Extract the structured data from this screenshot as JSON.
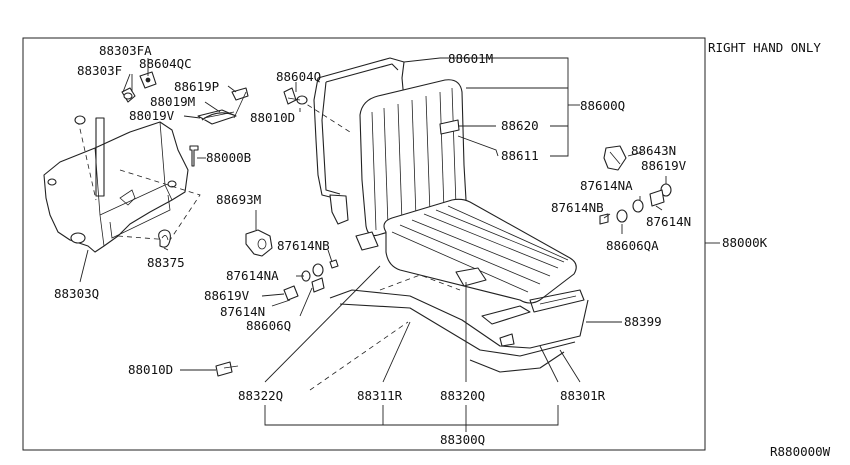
{
  "diagram": {
    "note": "RIGHT HAND ONLY",
    "code": "R880000W",
    "labels": {
      "p88303FA": "88303FA",
      "p88303F": "88303F",
      "p88604QC": "88604QC",
      "p88619P": "88619P",
      "p88019M": "88019M",
      "p88019V": "88019V",
      "p88000B": "88000B",
      "p88375": "88375",
      "p88303Q": "88303Q",
      "p88604Q": "88604Q",
      "p88010D_top": "88010D",
      "p88601M": "88601M",
      "p88600Q": "88600Q",
      "p88620": "88620",
      "p88611": "88611",
      "p88643N": "88643N",
      "p88619V_right": "88619V",
      "p87614NA_right": "87614NA",
      "p87614NB_right": "87614NB",
      "p87614N_right": "87614N",
      "p88606QA": "88606QA",
      "p88000K": "88000K",
      "p88693M": "88693M",
      "p87614NB_left": "87614NB",
      "p87614NA_left": "87614NA",
      "p88619V_left": "88619V",
      "p87614N_left": "87614N",
      "p88606Q": "88606Q",
      "p88399": "88399",
      "p88010D_bottom": "88010D",
      "p88322Q": "88322Q",
      "p88311R": "88311R",
      "p88320Q": "88320Q",
      "p88301R": "88301R",
      "p88300Q": "88300Q"
    }
  }
}
